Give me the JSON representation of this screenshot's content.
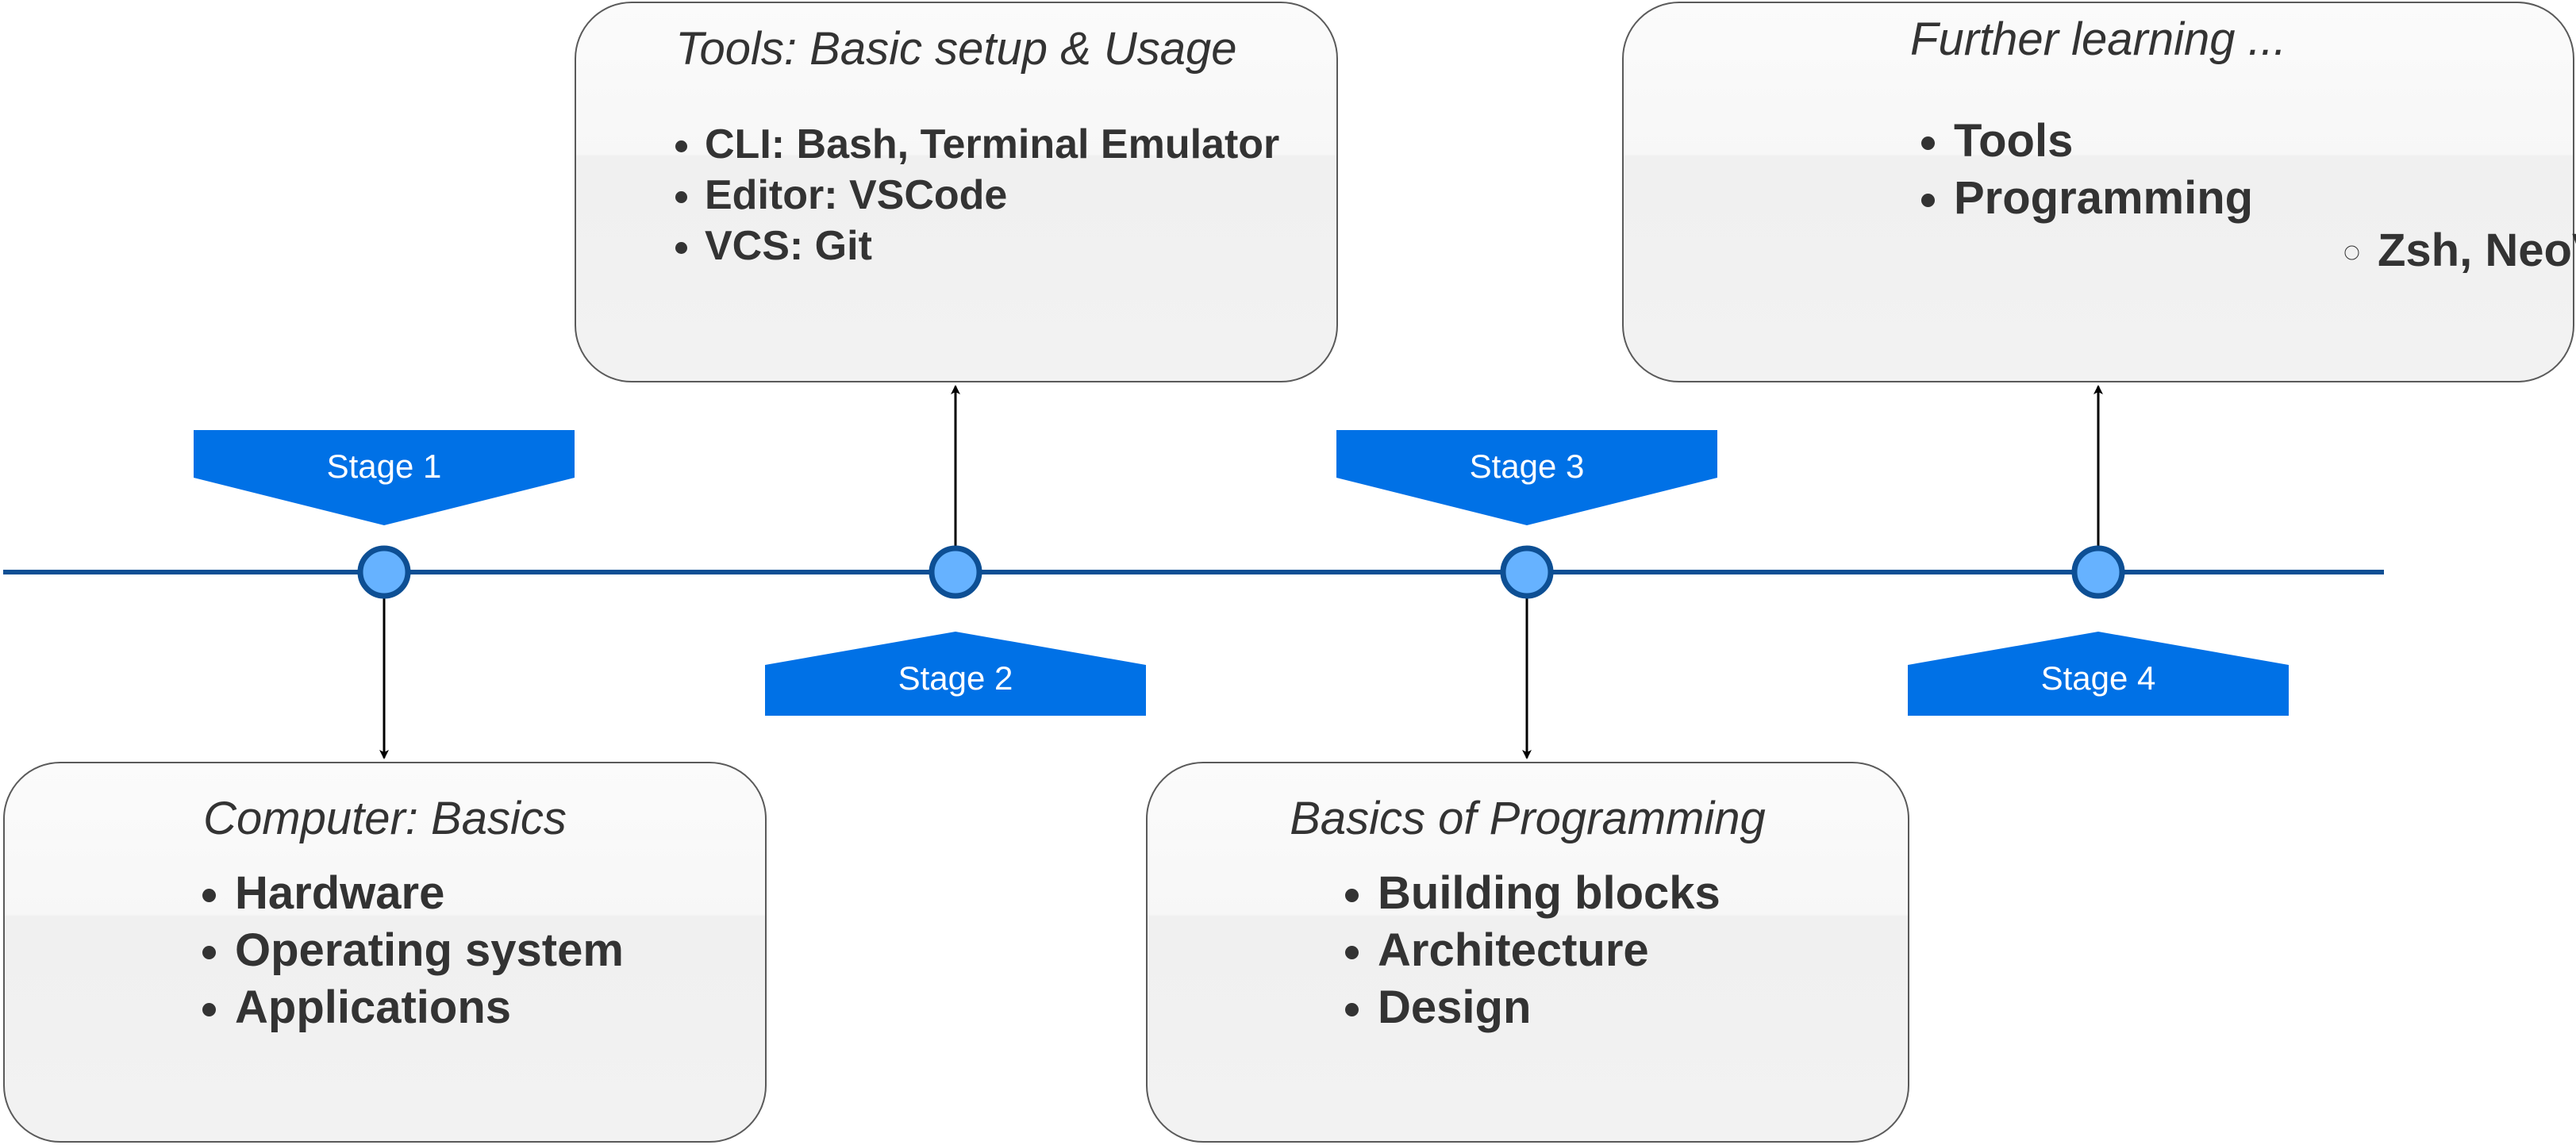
{
  "timeline": {
    "line_color": "#0d4f94",
    "node_fill": "#66b2ff",
    "node_stroke": "#0d4f94",
    "label_fill": "#0071e6",
    "stages": [
      {
        "label": "Stage 1",
        "card_side": "below"
      },
      {
        "label": "Stage 2",
        "card_side": "above"
      },
      {
        "label": "Stage 3",
        "card_side": "below"
      },
      {
        "label": "Stage 4",
        "card_side": "above"
      }
    ]
  },
  "cards": {
    "computer_basics": {
      "title": "Computer: Basics",
      "items": [
        "Hardware",
        "Operating system",
        "Applications"
      ]
    },
    "tools_setup": {
      "title": "Tools: Basic setup & Usage",
      "items": [
        "CLI: Bash, Terminal Emulator",
        "Editor: VSCode",
        "VCS: Git"
      ]
    },
    "basics_programming": {
      "title": "Basics of Programming",
      "items": [
        "Building blocks",
        "Architecture",
        "Design"
      ]
    },
    "further_learning": {
      "title": "Further learning ...",
      "items": [
        "Tools",
        "Programming"
      ],
      "tools_subitems": [
        "Zsh, NeoVim"
      ]
    }
  }
}
